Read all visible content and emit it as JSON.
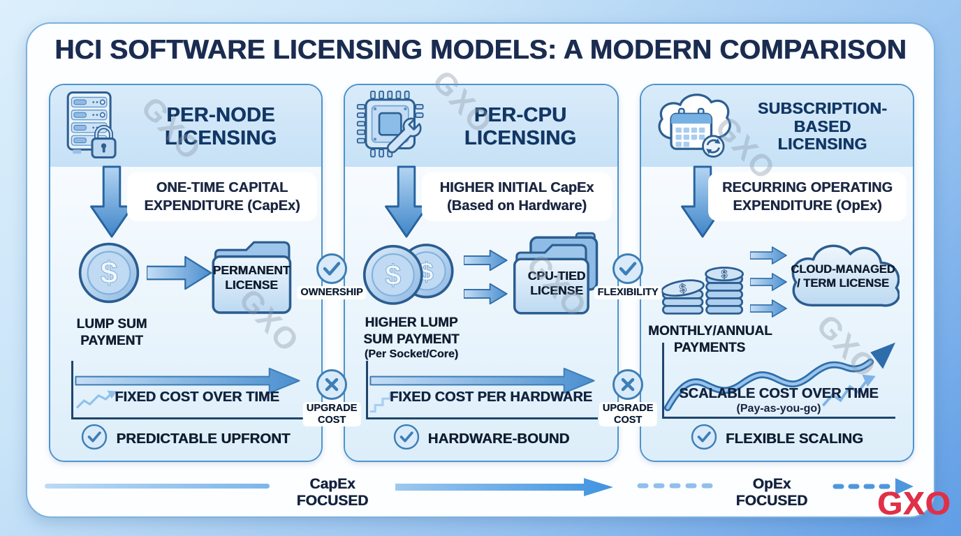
{
  "title": "HCI SOFTWARE LICENSING MODELS: A MODERN COMPARISON",
  "brand": {
    "watermark": "GXO",
    "logo": "GXO",
    "logo_color": "#e03048"
  },
  "colors": {
    "navy": "#17305a",
    "accent_blue": "#4a90cf",
    "panel_blue": "#cfe6f8",
    "logo_red": "#e03048"
  },
  "columns": [
    {
      "icon": "server-lock-icon",
      "title": "PER-NODE\nLICENSING",
      "expenditure": "ONE-TIME CAPITAL\nEXPENDITURE (CapEx)",
      "payment_icon": "dollar-coin-icon",
      "payment_caption": "LUMP SUM\nPAYMENT",
      "license_icon": "folder-icon",
      "license_label": "PERMANENT\nLICENSE",
      "chart_label": "FIXED COST OVER TIME",
      "footer_label": "PREDICTABLE UPFRONT"
    },
    {
      "icon": "cpu-wrench-icon",
      "title": "PER-CPU\nLICENSING",
      "expenditure": "HIGHER INITIAL CapEx\n(Based on Hardware)",
      "payment_icon": "double-coins-icon",
      "payment_caption": "HIGHER LUMP\nSUM PAYMENT",
      "payment_subcaption": "(Per Socket/Core)",
      "license_icon": "stacked-folders-icon",
      "license_label": "CPU-TIED\nLICENSE",
      "chart_label": "FIXED COST PER HARDWARE",
      "footer_label": "HARDWARE-BOUND"
    },
    {
      "icon": "cloud-calendar-icon",
      "title": "SUBSCRIPTION-BASED\nLICENSING",
      "expenditure": "RECURRING OPERATING\nEXPENDITURE (OpEx)",
      "payment_icon": "coin-stack-icon",
      "payment_caption": "MONTHLY/ANNUAL\nPAYMENTS",
      "license_icon": "cloud-icon",
      "license_label": "CLOUD-MANAGED\n/ TERM LICENSE",
      "chart_label": "SCALABLE COST OVER TIME",
      "chart_sublabel": "(Pay-as-you-go)",
      "footer_label": "FLEXIBLE SCALING"
    }
  ],
  "dividers": [
    {
      "top_icon": "check-circle-icon",
      "top_label": "OWNERSHIP",
      "bottom_icon": "cross-circle-icon",
      "bottom_label": "UPGRADE\nCOST"
    },
    {
      "top_icon": "check-circle-icon",
      "top_label": "FLEXIBILITY",
      "bottom_icon": "cross-circle-icon",
      "bottom_label": "UPGRADE\nCOST"
    }
  ],
  "bottom_axis": {
    "left_label": "CapEx FOCUSED",
    "right_label": "OpEx FOCUSED"
  }
}
